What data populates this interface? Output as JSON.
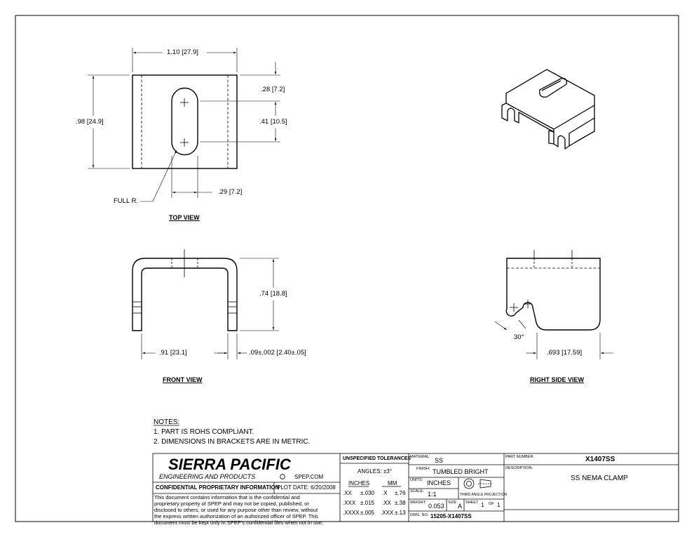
{
  "dimensions": {
    "top_width": "1.10 [27.9]",
    "top_height": ".98 [24.9]",
    "slot_top": ".28 [7.2]",
    "slot_length": ".41 [10.5]",
    "slot_width": ".29 [7.2]",
    "full_radius": "FULL R.",
    "front_height": ".74 [18.8]",
    "front_inner": ".91 [23.1]",
    "thickness": ".09±.002 [2.40±.05]",
    "angle": "30°",
    "side_depth": ".693 [17.59]"
  },
  "views": {
    "top": "TOP VIEW",
    "front": "FRONT VIEW",
    "right": "RIGHT SIDE VIEW"
  },
  "notes": {
    "heading": "NOTES:",
    "items": [
      "1.   PART IS ROHS COMPLIANT.",
      "2.   DIMENSIONS IN BRACKETS ARE IN METRIC."
    ]
  },
  "title_block": {
    "company": "SIERRA PACIFIC",
    "company_sub": "ENGINEERING AND PRODUCTS",
    "website": "SPEP.COM",
    "confidential_heading": "CONFIDENTIAL PROPRIETARY INFORMATION",
    "plot_date": "PLOT DATE: 6/20/2008",
    "confidential_lines": [
      "This document contains information that is the confidential and",
      "proprietary property of SPEP and may not be copied, published, or",
      "disclosed to others, or used for any purpose  other than review, without",
      "the express written authorization of an authorized officer of SPEP. This",
      "document must be kept only in SPEP's confidential files when not in use."
    ],
    "tolerances": {
      "heading": "UNSPECIFIED TOLERANCES",
      "angles": "ANGLES: ±3°",
      "inches_label": "INCHES",
      "mm_label": "MM",
      "rows": [
        [
          ".XX",
          "±.030",
          ".X",
          "±.76"
        ],
        [
          ".XXX",
          "±.015",
          ".XX",
          "±.38"
        ],
        [
          ".XXXX",
          "±.005",
          ".XXX",
          "±.13"
        ]
      ]
    },
    "material_label": "MATERIAL:",
    "material": "SS",
    "finish_label": "FINISH:",
    "finish": "TUMBLED BRIGHT",
    "units_label": "UNITS:",
    "units": "INCHES",
    "projection": "THIRD ANGLE PROJECTION",
    "scale_label": "SCALE:",
    "scale": "1:1",
    "weight_label": "WEIGHT:",
    "weight": "0.053",
    "size_label": "SIZE",
    "size": "A",
    "sheet_label": "SHEET",
    "sheet": "1",
    "of_label": "OF",
    "sheet_total": "1",
    "dwg_label": "DWG. NO.",
    "dwg_no": "15205-X1407SS",
    "part_number_label": "PART NUMBER:",
    "part_number": "X1407SS",
    "description_label": "DESCRIPTION:",
    "description": "SS NEMA CLAMP"
  }
}
